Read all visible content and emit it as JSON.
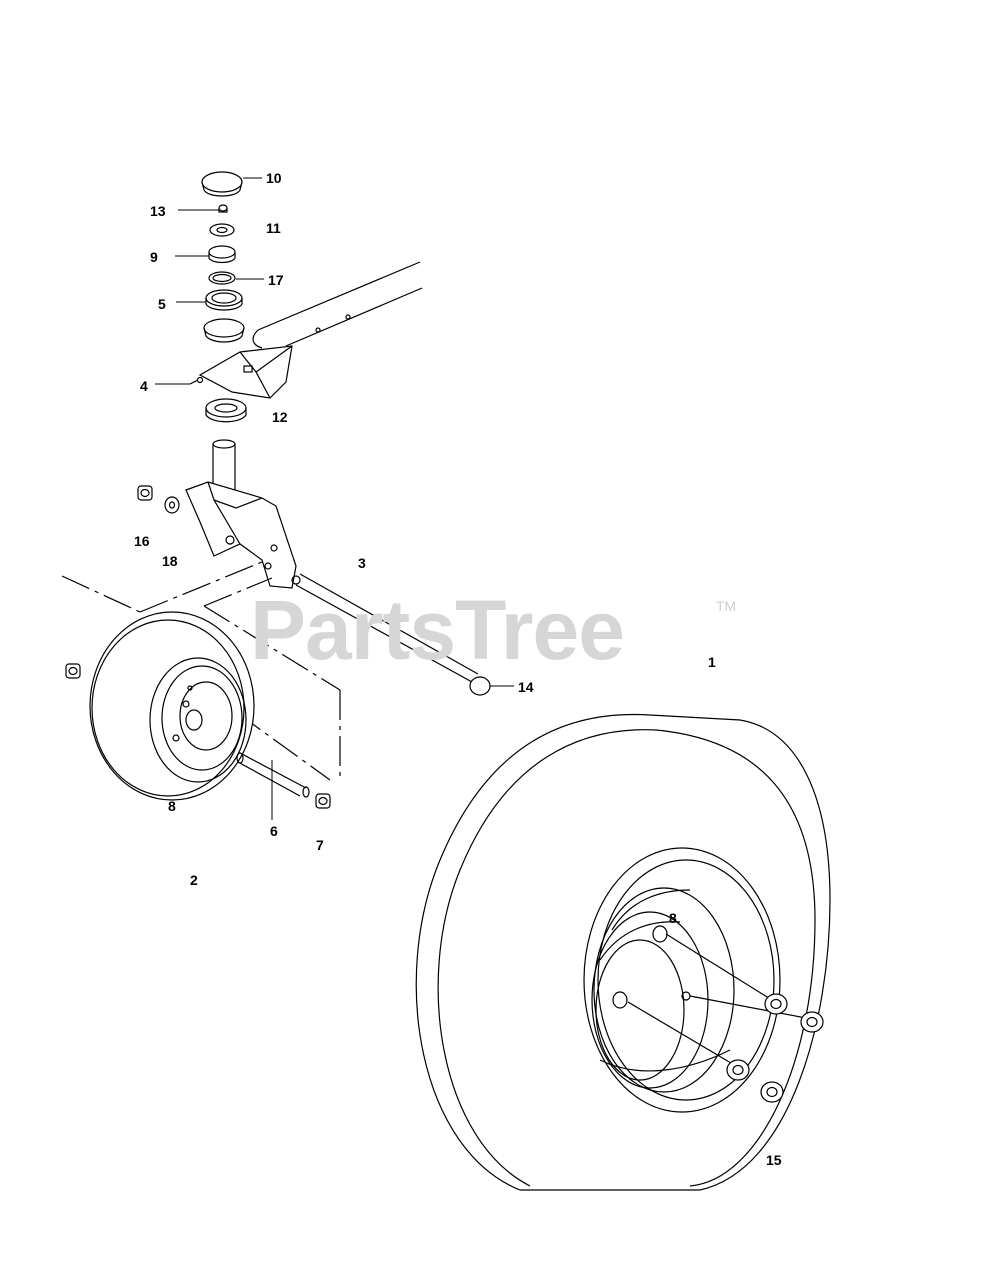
{
  "watermark": {
    "text": "PartsTree",
    "tm": "TM"
  },
  "callouts": {
    "c10": "10",
    "c13": "13",
    "c11": "11",
    "c9": "9",
    "c17": "17",
    "c5": "5",
    "c4": "4",
    "c12": "12",
    "c16": "16",
    "c18": "18",
    "c3": "3",
    "c1": "1",
    "c14": "14",
    "c8a": "8",
    "c6": "6",
    "c7": "7",
    "c2": "2",
    "c8b": "8",
    "c15": "15"
  }
}
